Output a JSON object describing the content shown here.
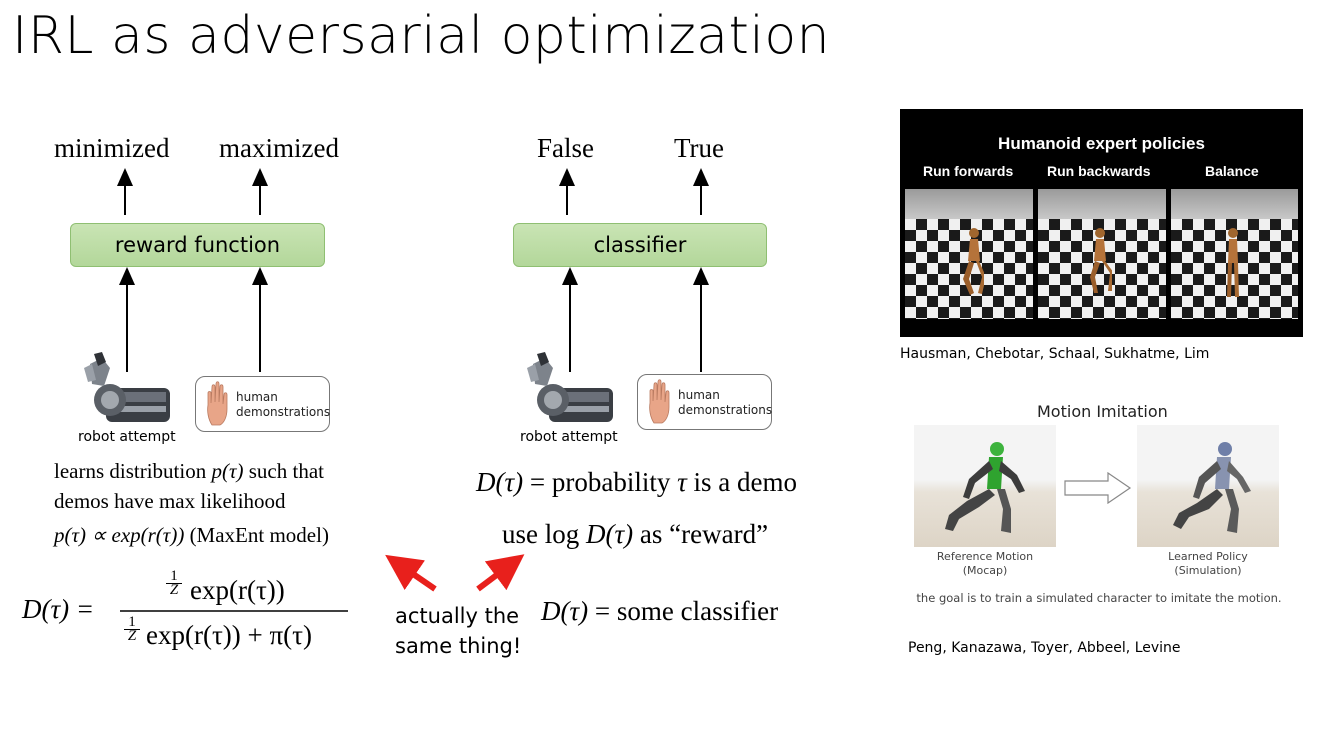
{
  "slide": {
    "title": "IRL as adversarial optimization"
  },
  "left_diagram": {
    "out_left": "minimized",
    "out_right": "maximized",
    "box_label": "reward function",
    "robot_caption": "robot attempt",
    "human_label": "human demonstrations"
  },
  "right_diagram": {
    "out_left": "False",
    "out_right": "True",
    "box_label": "classifier",
    "robot_caption": "robot attempt",
    "human_label": "human demonstrations"
  },
  "left_text": {
    "line1_a": "learns distribution ",
    "line1_b": "p(τ)",
    "line1_c": " such that",
    "line2": "demos have max likelihood",
    "line3_a": "p(τ) ∝ exp(r(τ))",
    "line3_b": " (MaxEnt model)"
  },
  "right_text": {
    "line1_a": "D(τ)",
    "line1_b": " = probability ",
    "line1_c": "τ",
    "line1_d": " is a demo",
    "line2_a": "use log ",
    "line2_b": "D(τ)",
    "line2_c": " as “reward”"
  },
  "formula": {
    "lhs": "D(τ) =",
    "num": "exp(r(τ))",
    "den_a": "exp(r(τ)) + π(τ)",
    "frac_num": "1",
    "frac_den": "Z"
  },
  "note": {
    "line1": "actually the",
    "line2": "same thing!"
  },
  "formula2": {
    "lhs": "D(τ)",
    "rhs": " = some classifier"
  },
  "humanoid_panel": {
    "title": "Humanoid expert policies",
    "sub1": "Run forwards",
    "sub2": "Run backwards",
    "sub3": "Balance",
    "credit": "Hausman, Chebotar, Schaal, Sukhatme, Lim"
  },
  "motion_panel": {
    "title": "Motion Imitation",
    "left_caption_1": "Reference Motion",
    "left_caption_2": "(Mocap)",
    "right_caption_1": "Learned Policy",
    "right_caption_2": "(Simulation)",
    "goal": "the goal is to train a simulated character to imitate the motion.",
    "credit": "Peng, Kanazawa, Toyer, Abbeel, Levine"
  },
  "colors": {
    "green_box": "#b9dba0",
    "red_arrow": "#e8201c",
    "panel_bg": "#000000"
  }
}
